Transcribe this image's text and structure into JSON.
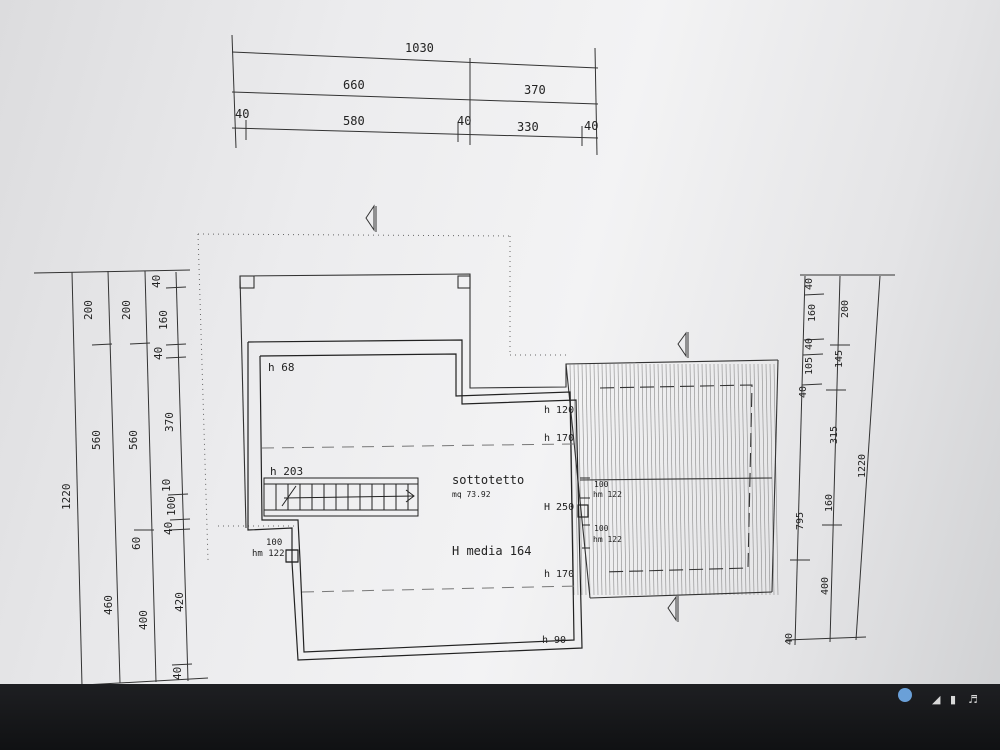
{
  "plan": {
    "top_dims": {
      "total": "1030",
      "left_mid": "660",
      "right_mid": "370",
      "w1": "40",
      "w2": "580",
      "w3": "40",
      "w4": "330",
      "w5": "40"
    },
    "left_dims": {
      "total": "1220",
      "a1": "200",
      "a2": "560",
      "a3": "460",
      "b1": "200",
      "b2": "560",
      "b3": "60",
      "b4": "400",
      "c1": "40",
      "c2": "160",
      "c3": "40",
      "c4": "370",
      "c5": "10",
      "c6": "100",
      "c7": "40",
      "c8": "420",
      "c9": "40"
    },
    "right_dims": {
      "total": "1220",
      "r795": "795",
      "r400": "400",
      "r40b": "40",
      "r40": "40",
      "r160": "160",
      "r40m": "40",
      "r105": "105",
      "r40n": "40",
      "r200": "200",
      "r145": "145",
      "r315": "315",
      "r160b": "160"
    },
    "room_labels": {
      "h68": "h 68",
      "h203": "h 203",
      "h120": "h 120",
      "h170a": "h 170",
      "h250": "H 250",
      "h170b": "h 170",
      "h90": "h 90",
      "room_name": "sottotetto",
      "room_area": "mq 73.92",
      "avg_height": "H media 164",
      "win_left_w": "100",
      "win_left_h": "hm 122",
      "win_r1_w": "100",
      "win_r1_h": "hm 122",
      "win_r2_w": "100",
      "win_r2_h": "hm 122"
    }
  }
}
